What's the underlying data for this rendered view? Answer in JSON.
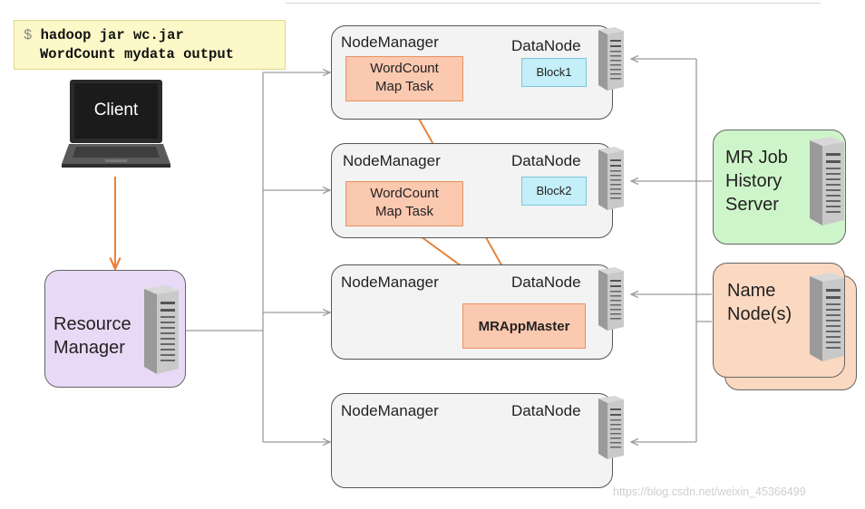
{
  "command": {
    "prompt": "$",
    "line1": "hadoop jar wc.jar",
    "line2": "WordCount mydata output"
  },
  "client": {
    "label": "Client"
  },
  "resource_manager": {
    "line1": "Resource",
    "line2": "Manager"
  },
  "nodes": [
    {
      "nm": "NodeManager",
      "dn": "DataNode",
      "task1": "WordCount",
      "task2": "Map Task",
      "block": "Block1"
    },
    {
      "nm": "NodeManager",
      "dn": "DataNode",
      "task1": "WordCount",
      "task2": "Map Task",
      "block": "Block2"
    },
    {
      "nm": "NodeManager",
      "dn": "DataNode",
      "app_master": "MRAppMaster"
    },
    {
      "nm": "NodeManager",
      "dn": "DataNode"
    }
  ],
  "history_server": {
    "line1": "MR Job",
    "line2": "History",
    "line3": "Server"
  },
  "name_node": {
    "line1": "Name",
    "line2": "Node(s)"
  },
  "watermark": "https://blog.csdn.net/weixin_45366499",
  "colors": {
    "arrow_orange": "#e8823a",
    "arrow_gray": "#9a9a9a",
    "task_fill": "#fbc8b0",
    "block_fill": "#c4eef8"
  }
}
